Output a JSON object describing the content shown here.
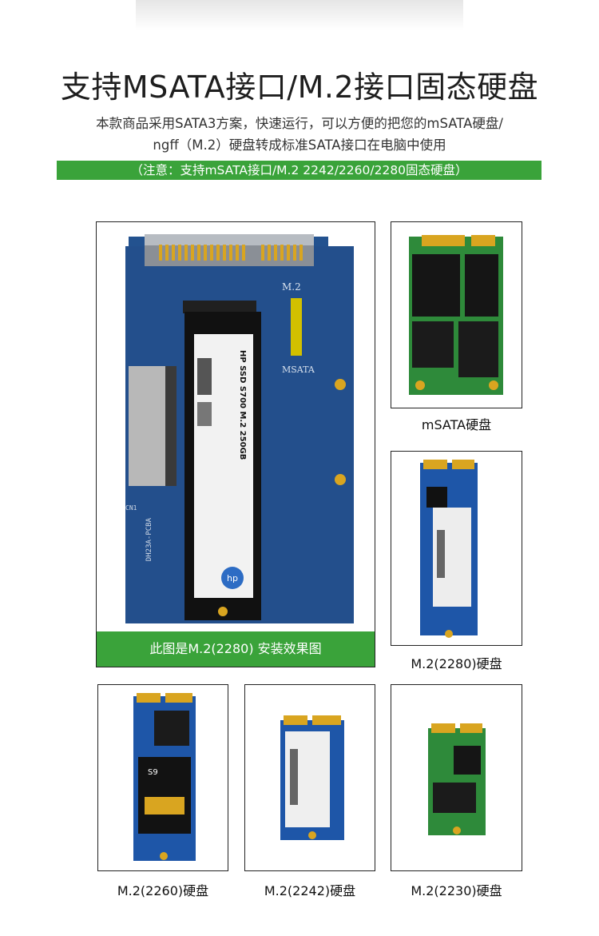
{
  "title": "支持MSATA接口/M.2接口固态硬盘",
  "description_line1": "本款商品采用SATA3方案，快速运行，可以方便的把您的mSATA硬盘/",
  "description_line2": "ngff（M.2）硬盘转成标准SATA接口在电脑中使用",
  "note": "（注意：支持mSATA接口/M.2 2242/2260/2280固态硬盘）",
  "main_image": {
    "caption": "此图是M.2(2280) 安装效果图",
    "board_labels": {
      "m2": "M.2",
      "msata": "MSATA",
      "pcb": "DH23A-PCBA",
      "cn": "CN1",
      "ssd_brand": "HP SSD S700 M.2 250GB"
    }
  },
  "products": [
    {
      "caption": "mSATA硬盘"
    },
    {
      "caption": "M.2(2280)硬盘"
    },
    {
      "caption": "M.2(2260)硬盘",
      "label_text": "S9"
    },
    {
      "caption": "M.2(2242)硬盘"
    },
    {
      "caption": "M.2(2230)硬盘"
    }
  ],
  "colors": {
    "accent_green": "#3aa33a",
    "pcb_blue": "#1f4f8a",
    "pcb_green": "#2e8a3a",
    "gold": "#d9a520"
  }
}
